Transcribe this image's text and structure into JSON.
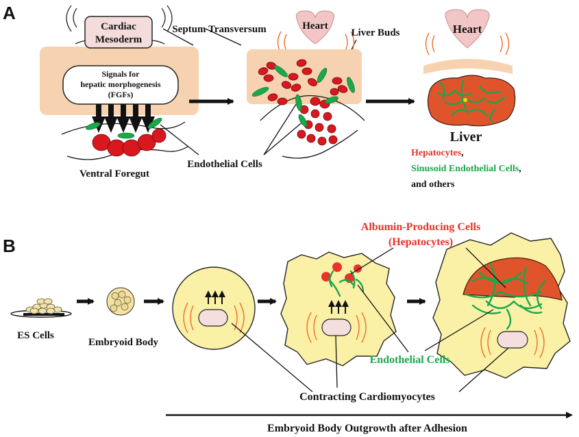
{
  "panels": {
    "a_label": "A",
    "b_label": "B"
  },
  "panel_a": {
    "cardiac_mesoderm_line1": "Cardiac",
    "cardiac_mesoderm_line2": "Mesoderm",
    "septum_transversum": "Septum Transversum",
    "signals_line1": "Signals for",
    "signals_line2": "hepatic morphogenesis",
    "signals_line3": "(FGFs)",
    "ventral_foregut": "Ventral Foregut",
    "endothelial_cells": "Endothelial Cells",
    "heart_1": "Heart",
    "liver_buds": "Liver Buds",
    "heart_2": "Heart",
    "liver": "Liver",
    "hepatocytes": "Hepatocytes",
    "hepatocytes_suffix": ",",
    "sinusoid": "Sinusoid Endothelial Cells",
    "sinusoid_suffix": ",",
    "others": "and others"
  },
  "panel_b": {
    "es_cells": "ES Cells",
    "embryoid_body": "Embryoid Body",
    "albumin_line1": "Albumin-Producing Cells",
    "albumin_line2": "(Hepatocytes)",
    "endothelial_cells": "Endothelial Cells",
    "contracting": "Contracting Cardiomyocytes",
    "outgrowth": "Embryoid Body Outgrowth after Adhesion"
  },
  "colors": {
    "hepatocyte_red": "#e8322a",
    "endothelial_green": "#1aa64a",
    "tissue_peach": "#f6d2b0",
    "outgrowth_yellow": "#faf1a6"
  }
}
